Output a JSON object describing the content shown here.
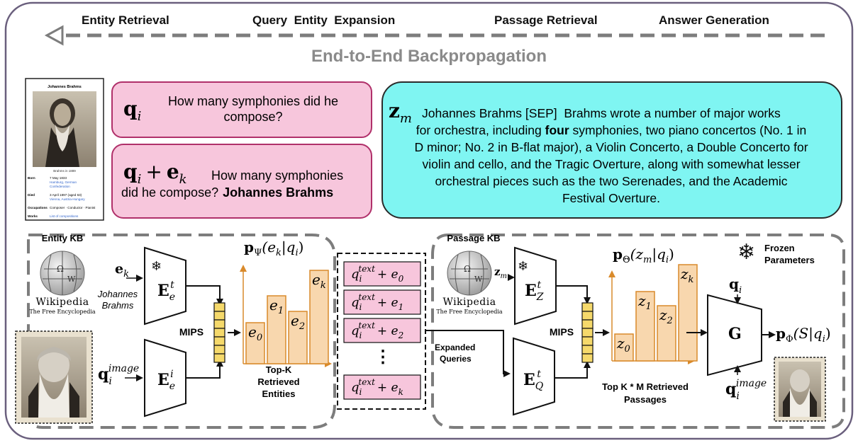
{
  "stages": {
    "entity_retrieval": "Entity Retrieval",
    "query_entity_expansion": "Query  Entity  Expansion",
    "passage_retrieval": "Passage Retrieval",
    "answer_generation": "Answer Generation"
  },
  "backprop_label": "End-to-End Backpropagation",
  "wiki_card": {
    "name": "Johannes Brahms",
    "caption": "Brahms in 1889",
    "rows": [
      {
        "k": "Born",
        "v": "7 May 1833",
        "v2": "Hamburg, German",
        "v3": "Confederation"
      },
      {
        "k": "Died",
        "v": "3 April 1897 (aged 63)",
        "v2": "Vienna, Austria-Hungary",
        "v3": ""
      },
      {
        "k": "Occupations",
        "v": "Composer · Conductor · Pianist",
        "v2": "",
        "v3": ""
      },
      {
        "k": "Works",
        "v": "List of compositions",
        "v2": "",
        "v3": ""
      }
    ]
  },
  "query_box": {
    "math": "q",
    "sub": "i",
    "text_line1": "How many symphonies did he",
    "text_line2": "compose?"
  },
  "expanded_query_box": {
    "math_q": "q",
    "math_sub": "i",
    "math_plus": "+",
    "math_e": "e",
    "math_esub": "k",
    "text_line1": "How many symphonies",
    "text_line2": "did he compose?",
    "entity": "Johannes Brahms"
  },
  "passage_box": {
    "math": "z",
    "sub": "m",
    "line1": "Johannes Brahms [SEP]  Brahms wrote a number of major works",
    "line2_pre": "for orchestra, including ",
    "line2_bold": "four",
    "line2_post": " symphonies, two piano concertos (No. 1 in",
    "line3": "D minor; No. 2 in B-flat major), a Violin Concerto, a Double Concerto for",
    "line4": "violin and cello, and the Tragic Overture, along with somewhat lesser",
    "line5": "orchestral pieces such as the two Serenades, and the Academic",
    "line6": "Festival Overture."
  },
  "left": {
    "kb_title": "Entity KB",
    "wiki_name": "Wikipedia",
    "wiki_sub": "The Free Encyclopedia",
    "ek_label": "e",
    "ek_sub": "k",
    "ek_desc1": "Johannes",
    "ek_desc2": "Brahms",
    "enc_text": "E",
    "enc_text_sub": "e",
    "enc_text_sup": "t",
    "enc_img": "E",
    "enc_img_sub": "e",
    "enc_img_sup": "i",
    "q_img": "q",
    "q_img_sub": "i",
    "q_img_sup": "image",
    "mips": "MIPS",
    "dist_label": "p",
    "dist_sub": "Ψ",
    "dist_args": "(e",
    "dist_args_sub": "k",
    "dist_args_end": "|q",
    "dist_args_sub2": "i",
    "dist_close": ")",
    "bars": [
      "e0",
      "e1",
      "e2",
      "ek"
    ],
    "topk1": "Top-K",
    "topk2": "Retrieved",
    "topk3": "Entities"
  },
  "middle": {
    "items": [
      "q_i^text + e_0",
      "q_i^text + e_1",
      "q_i^text + e_2",
      "q_i^text + e_k"
    ],
    "item_q": "q",
    "item_sub": "i",
    "item_sup": "text",
    "item_plus": "+ e",
    "item_subs": [
      "0",
      "1",
      "2",
      "k"
    ],
    "ellipsis": "⋮",
    "expanded1": "Expanded",
    "expanded2": "Queries"
  },
  "right": {
    "kb_title": "Passage KB",
    "wiki_name": "Wikipedia",
    "wiki_sub": "The Free Encyclopedia",
    "zm": "z",
    "zm_sub": "m",
    "enc_z": "E",
    "enc_z_sub": "Z",
    "enc_z_sup": "t",
    "enc_q": "E",
    "enc_q_sub": "Q",
    "enc_q_sup": "t",
    "mips": "MIPS",
    "dist_label": "p",
    "dist_sub": "Θ",
    "dist_args": "(z",
    "dist_args_sub": "m",
    "dist_args_end": "|q",
    "dist_args_sub2": "i",
    "dist_close": ")",
    "bars": [
      "z0",
      "z1",
      "z2",
      "zk"
    ],
    "topkm1": "Top K * M Retrieved",
    "topkm2": "Passages",
    "frozen1": "Frozen",
    "frozen2": "Parameters",
    "gen": "G",
    "qi": "q",
    "qi_sub": "i",
    "qimg": "q",
    "qimg_sub": "i",
    "qimg_sup": "image",
    "out": "p",
    "out_sub": "Φ",
    "out_args": "(S|q",
    "out_args_sub": "i",
    "out_close": ")"
  },
  "colors": {
    "pink_fill": "#f7c6dc",
    "pink_stroke": "#b0306a",
    "cyan_fill": "#7ff5f2",
    "cyan_stroke": "#2b2b2b",
    "bar_fill": "#f8d7ae",
    "bar_stroke": "#d98a2b",
    "mips_fill": "#f5d96b",
    "dash_gray": "#7d7d7d",
    "frame": "#6a5f7d"
  }
}
